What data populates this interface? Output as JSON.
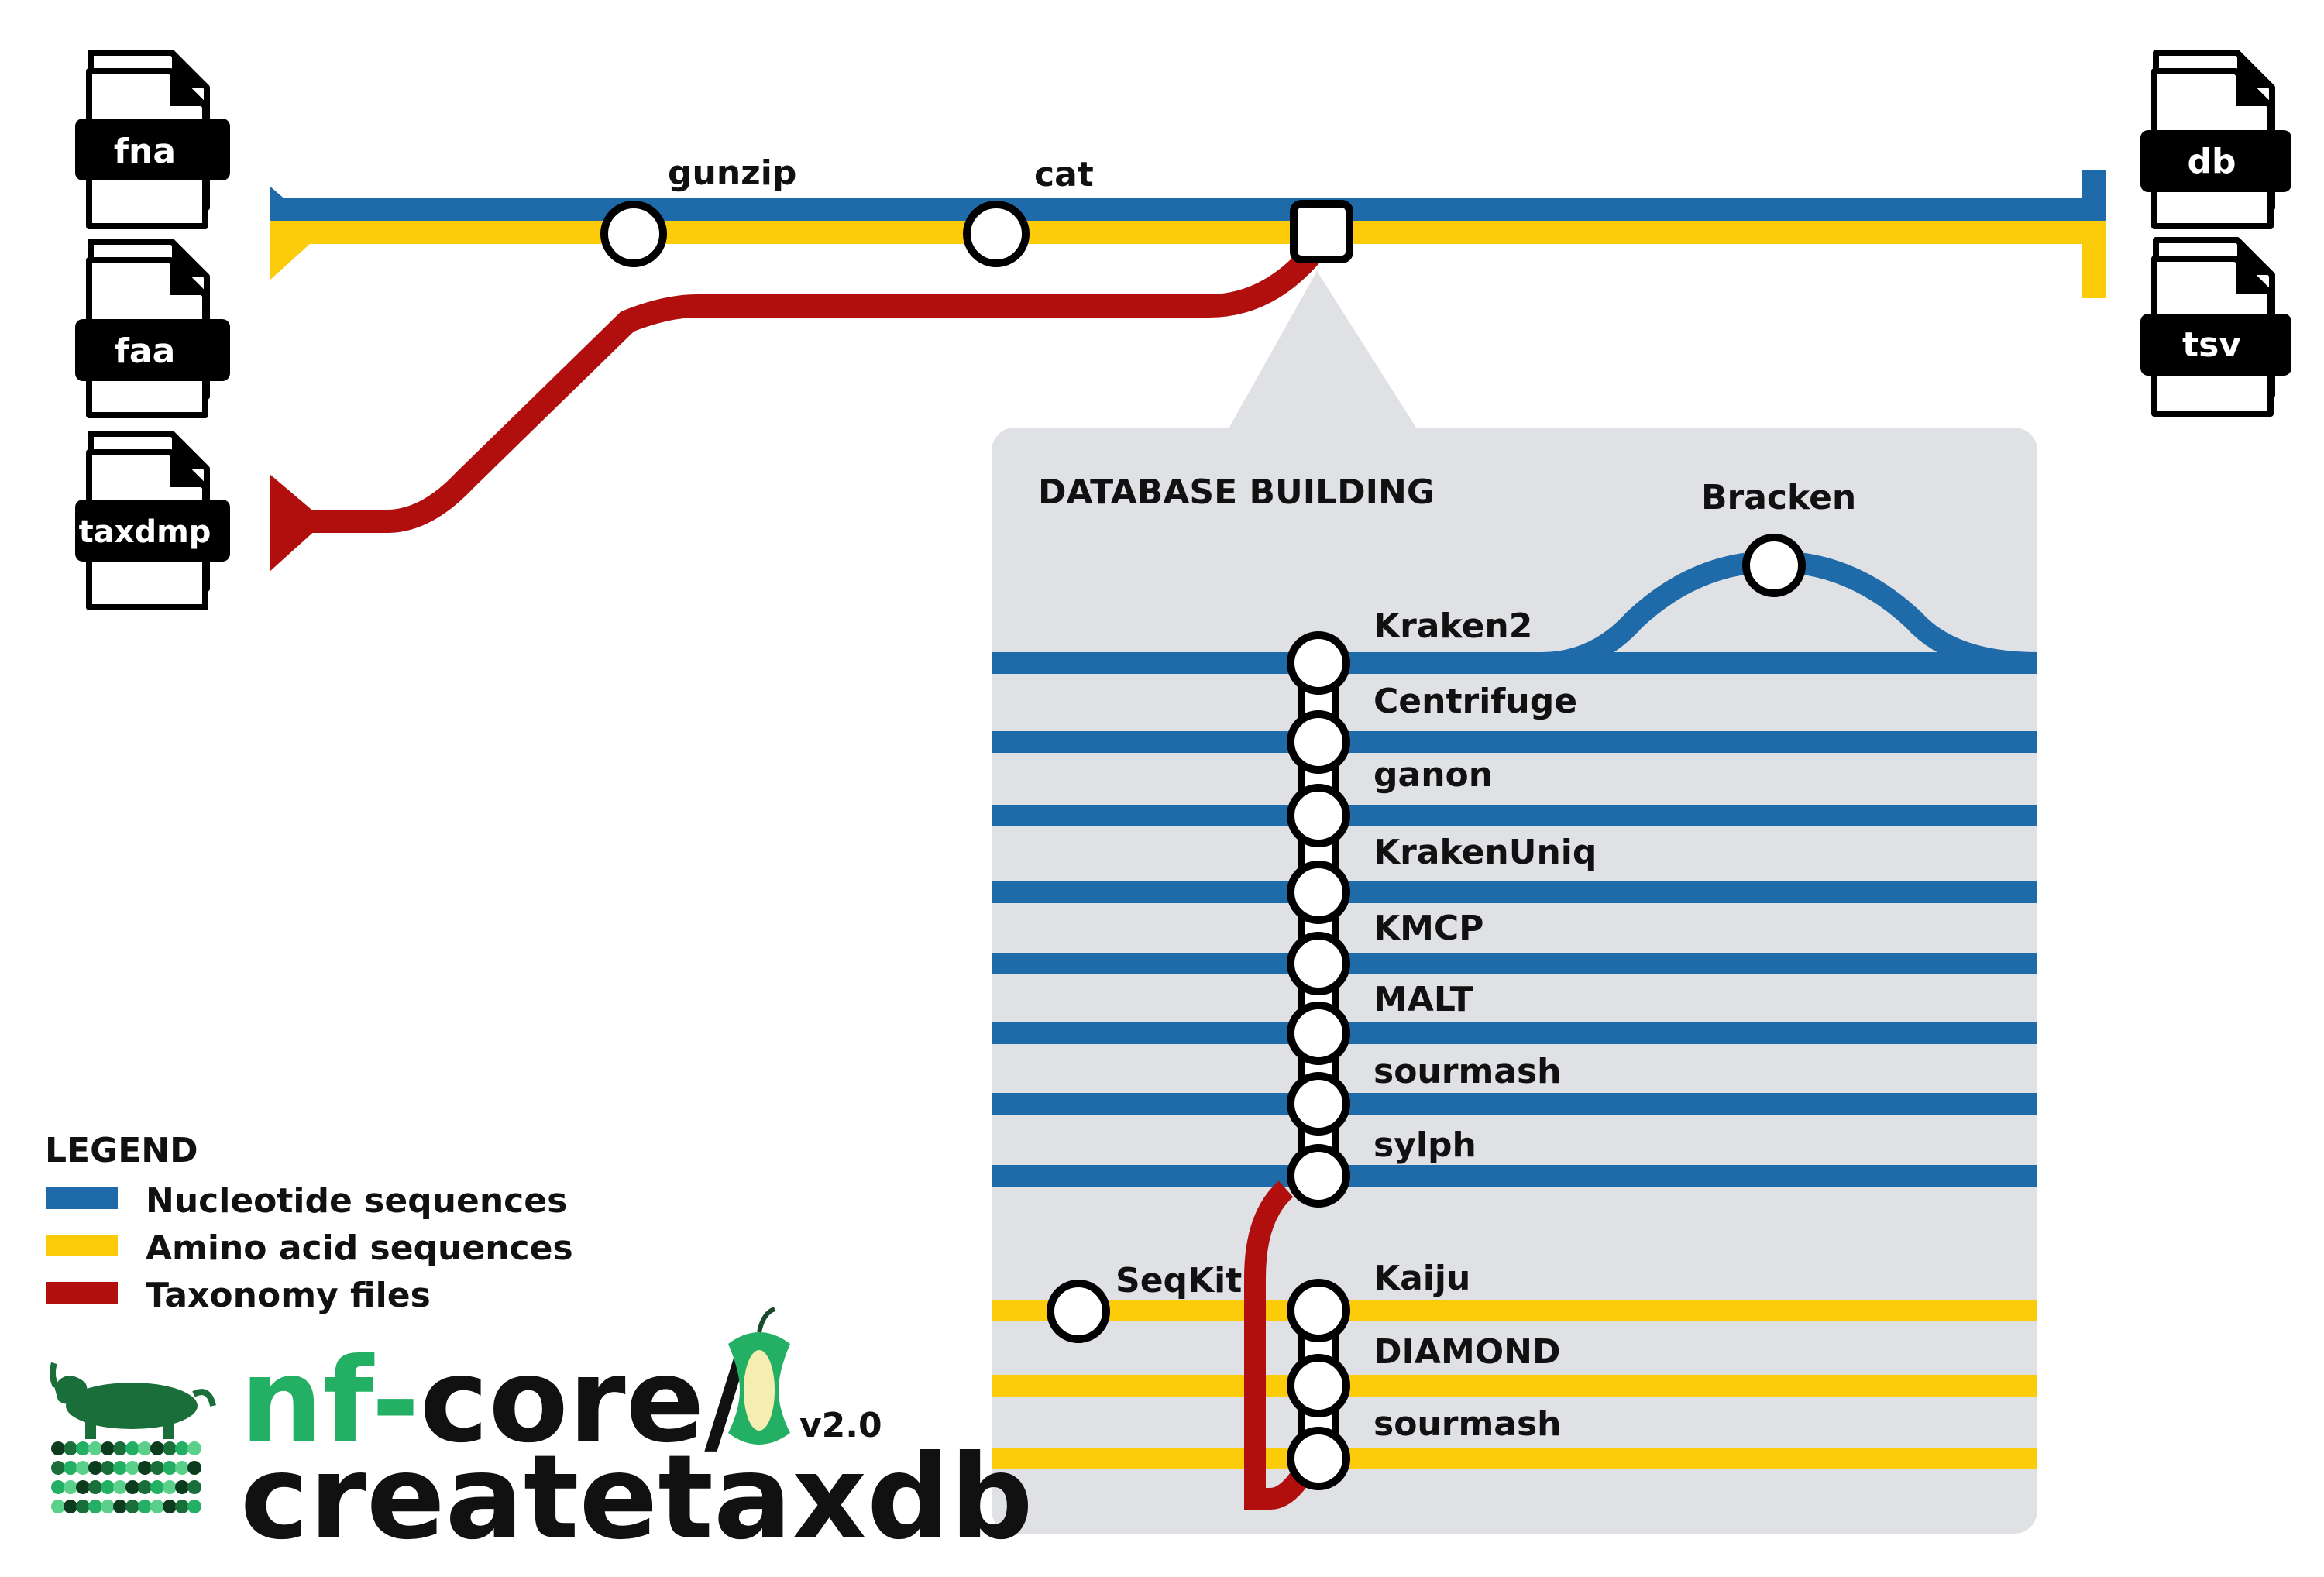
{
  "colors": {
    "nucleotide": "#1f6aa8",
    "amino_acid": "#fccc0a",
    "taxonomy": "#b10e0e",
    "panel": "#dfe1e5",
    "logo_green": "#24b064",
    "text": "#111111"
  },
  "inputs": [
    {
      "id": "fna",
      "label": "fna"
    },
    {
      "id": "faa",
      "label": "faa"
    },
    {
      "id": "taxdmp",
      "label": "taxdmp"
    }
  ],
  "outputs": [
    {
      "id": "db",
      "label": "db"
    },
    {
      "id": "tsv",
      "label": "tsv"
    }
  ],
  "preprocessing": [
    {
      "id": "gunzip",
      "label": "gunzip"
    },
    {
      "id": "cat",
      "label": "cat"
    }
  ],
  "panel": {
    "title": "DATABASE BUILDING",
    "bracken": "Bracken",
    "seqkit": "SeqKit",
    "nucleotide_tools": [
      {
        "id": "kraken2",
        "label": "Kraken2"
      },
      {
        "id": "centrifuge",
        "label": "Centrifuge"
      },
      {
        "id": "ganon",
        "label": "ganon"
      },
      {
        "id": "krakenuniq",
        "label": "KrakenUniq"
      },
      {
        "id": "kmcp",
        "label": "KMCP"
      },
      {
        "id": "malt",
        "label": "MALT"
      },
      {
        "id": "sourmash-nt",
        "label": "sourmash"
      },
      {
        "id": "sylph",
        "label": "sylph"
      }
    ],
    "protein_tools": [
      {
        "id": "kaiju",
        "label": "Kaiju"
      },
      {
        "id": "diamond",
        "label": "DIAMOND"
      },
      {
        "id": "sourmash-aa",
        "label": "sourmash"
      }
    ]
  },
  "legend": {
    "title": "LEGEND",
    "items": [
      {
        "label": "Nucleotide sequences",
        "color": "#1f6aa8"
      },
      {
        "label": "Amino acid sequences",
        "color": "#fccc0a"
      },
      {
        "label": "Taxonomy files",
        "color": "#b10e0e"
      }
    ]
  },
  "logo": {
    "prefix": "nf-",
    "core": "core/",
    "name": "createtaxdb",
    "version": "v2.0"
  }
}
